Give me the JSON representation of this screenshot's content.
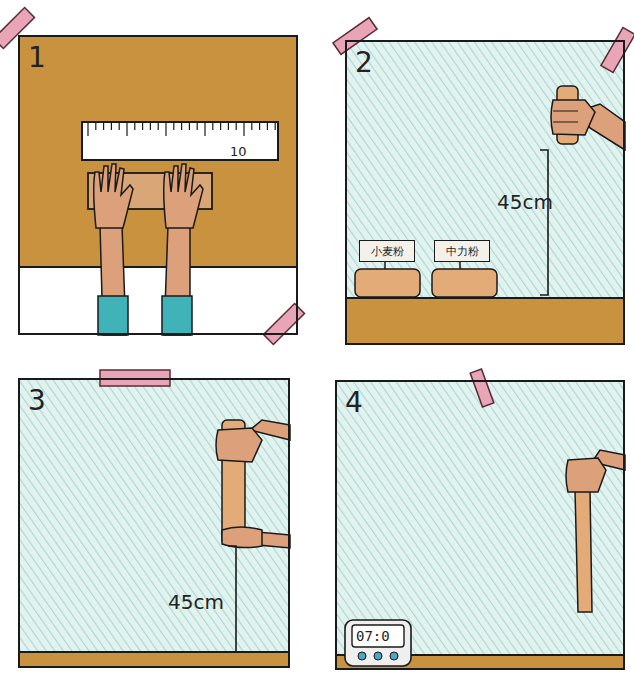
{
  "diagram": {
    "nodes": [
      {
        "text": [
          "1"
        ]
      },
      {
        "text": [
          "2"
        ]
      },
      {
        "text": [
          "小麦粉"
        ],
        "in": 1
      },
      {
        "text": [
          "中力粉"
        ],
        "in": 1
      },
      {
        "text": [
          "3"
        ]
      },
      {
        "text": [
          "4"
        ]
      }
    ],
    "labels": [
      "10",
      "45cm",
      "45cm",
      "07:0"
    ]
  }
}
